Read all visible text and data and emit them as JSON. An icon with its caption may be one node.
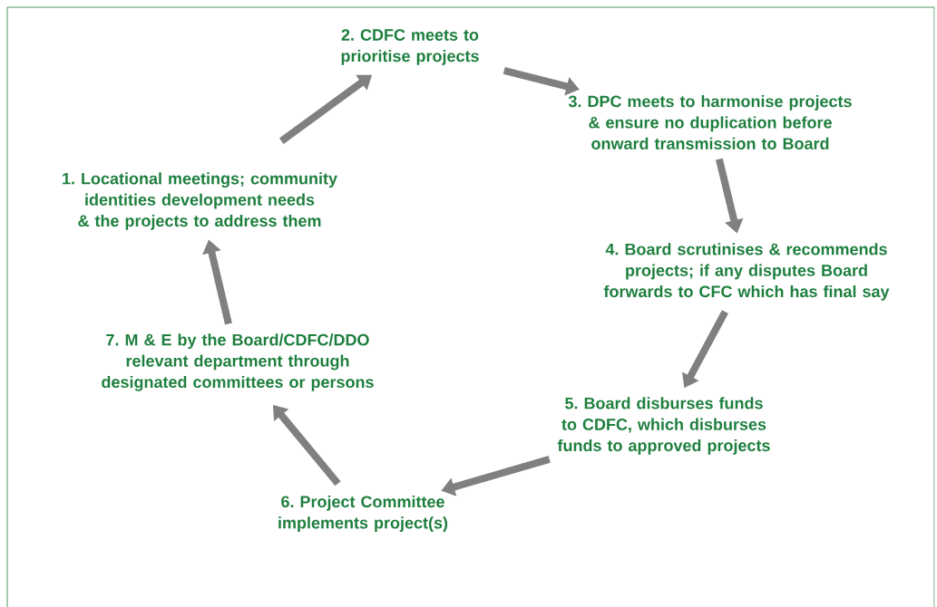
{
  "diagram": {
    "nodes": [
      {
        "text": [
          "1. Locational meetings; community identities development needs & the projects to address them"
        ]
      },
      {
        "text": [
          "2. CDFC meets to prioritise projects"
        ]
      },
      {
        "text": [
          "3. DPC meets to harmonise projects & ensure no duplication before onward transmission to Board"
        ]
      },
      {
        "text": [
          "4. Board scrutinises & recommends projects; if any disputes Board forwards to CFC which has final say"
        ]
      },
      {
        "text": [
          "5. Board disburses funds to CDFC, which disburses funds to approved projects"
        ]
      },
      {
        "text": [
          "6. Project Committee implements project(s)"
        ]
      },
      {
        "text": [
          "7. M & E by the Board/CDFC/DDO relevant department through designated committees or persons"
        ]
      }
    ],
    "edges": [
      {
        "from": 0,
        "to": 1,
        "arrow": "to"
      },
      {
        "from": 1,
        "to": 2,
        "arrow": "to"
      },
      {
        "from": 2,
        "to": 3,
        "arrow": "to"
      },
      {
        "from": 3,
        "to": 4,
        "arrow": "to"
      },
      {
        "from": 4,
        "to": 5,
        "arrow": "to"
      },
      {
        "from": 5,
        "to": 6,
        "arrow": "to"
      },
      {
        "from": 6,
        "to": 0,
        "arrow": "to"
      }
    ]
  }
}
